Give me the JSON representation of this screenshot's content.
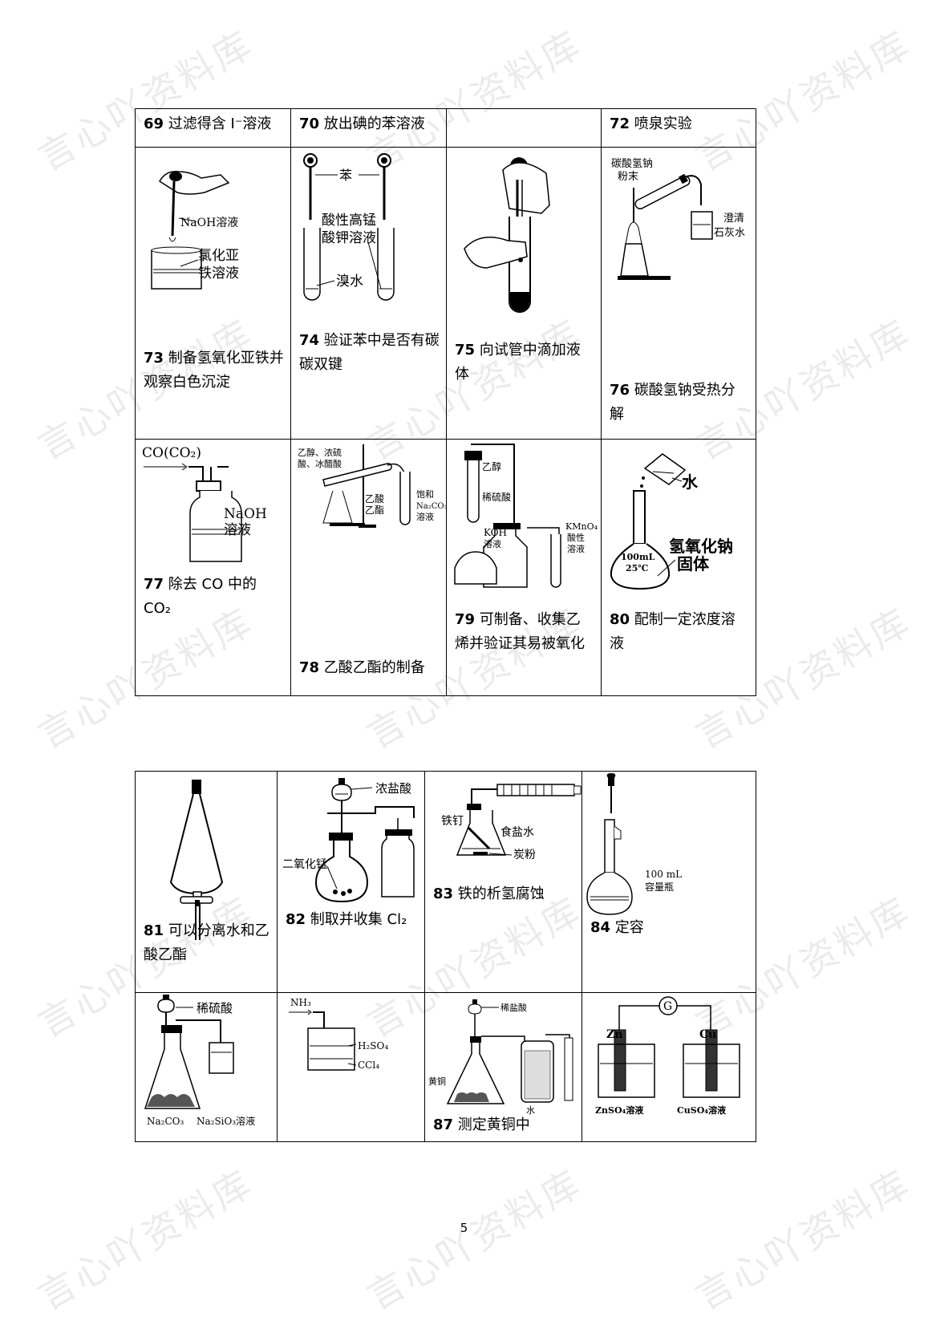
{
  "watermark": "言心吖资料库",
  "page_number": "5",
  "table1": {
    "headers": [
      {
        "num": "69",
        "text": "过滤得含 I⁻溶液"
      },
      {
        "num": "70",
        "text": "放出碘的苯溶液"
      },
      {
        "num": "",
        "text": ""
      },
      {
        "num": "72",
        "text": "喷泉实验"
      }
    ],
    "row2": [
      {
        "num": "73",
        "text": "制备氢氧化亚铁并观察白色沉淀",
        "labels": [
          "NaOH溶液",
          "氯化亚",
          "铁溶液"
        ]
      },
      {
        "num": "74",
        "text": "验证苯中是否有碳碳双键",
        "labels": [
          "苯",
          "酸性高锰",
          "酸钾溶液",
          "溴水"
        ]
      },
      {
        "num": "75",
        "text": "向试管中滴加液体",
        "labels": []
      },
      {
        "num": "76",
        "text": "碳酸氢钠受热分解",
        "labels": [
          "碳酸氢钠",
          "粉末",
          "澄清",
          "石灰水"
        ]
      }
    ],
    "row3": [
      {
        "num": "77",
        "text": "除去 CO 中的 CO₂",
        "labels": [
          "CO(CO₂)",
          "NaOH",
          "溶液"
        ]
      },
      {
        "num": "78",
        "text": "乙酸乙酯的制备",
        "labels": [
          "乙醇、浓硫",
          "酸、冰醋酸",
          "乙酸",
          "乙酯",
          "饱和",
          "Na₂CO₃",
          "溶液"
        ]
      },
      {
        "num": "79",
        "text": "可制备、收集乙烯并验证其易被氧化",
        "labels": [
          "乙醇",
          "稀硫酸",
          "KOH",
          "溶液",
          "KMnO₄",
          "酸性",
          "溶液"
        ]
      },
      {
        "num": "80",
        "text": "配制一定浓度溶液",
        "labels": [
          "水",
          "氢氧化钠",
          "固体",
          "100mL",
          "25℃"
        ]
      }
    ]
  },
  "table2": {
    "row1": [
      {
        "num": "81",
        "text": "可以分离水和乙酸乙酯",
        "labels": []
      },
      {
        "num": "82",
        "text": "制取并收集 Cl₂",
        "labels": [
          "浓盐酸",
          "二氧化锰"
        ]
      },
      {
        "num": "83",
        "text": "铁的析氢腐蚀",
        "labels": [
          "铁钉",
          "食盐水",
          "炭粉"
        ]
      },
      {
        "num": "84",
        "text": "定容",
        "labels": [
          "100 mL",
          "容量瓶"
        ]
      }
    ],
    "row2": [
      {
        "num": "",
        "text": "",
        "labels": [
          "稀硫酸",
          "Na₂CO₃",
          "Na₂SiO₃溶液"
        ]
      },
      {
        "num": "",
        "text": "",
        "labels": [
          "NH₃",
          "H₂SO₄",
          "CCl₄"
        ]
      },
      {
        "num": "87",
        "text": "测定黄铜中",
        "labels": [
          "稀盐酸",
          "黄铜",
          "水"
        ]
      },
      {
        "num": "",
        "text": "",
        "labels": [
          "G",
          "Zn",
          "Cu",
          "ZnSO₄溶液",
          "CuSO₄溶液"
        ]
      }
    ]
  }
}
